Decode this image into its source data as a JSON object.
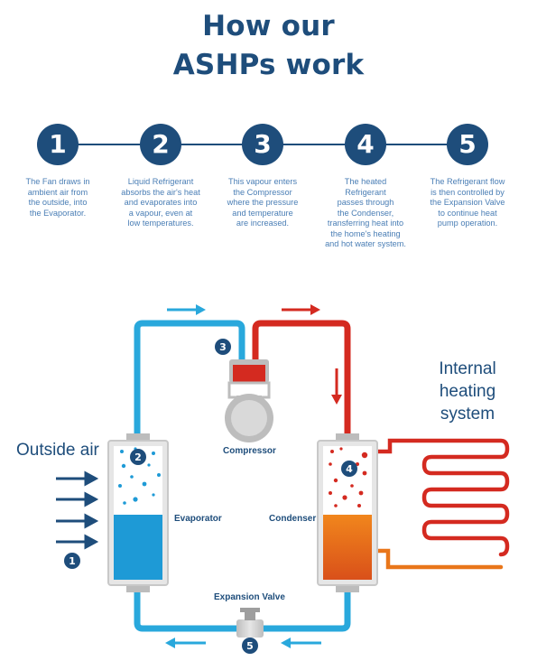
{
  "title_line1": "How our",
  "title_line2": "ASHPs work",
  "steps": [
    {
      "number": "1",
      "text": "The Fan draws in\nambient air from\nthe outside, into\nthe Evaporator."
    },
    {
      "number": "2",
      "text": "Liquid Refrigerant\nabsorbs the air's heat\nand evaporates into\na vapour, even at\nlow temperatures."
    },
    {
      "number": "3",
      "text": "This vapour enters\nthe Compressor\nwhere the pressure\nand temperature\nare increased."
    },
    {
      "number": "4",
      "text": "The heated\nRefrigerant\npasses through\nthe Condenser,\ntransferring heat into\nthe home's heating\nand hot water system."
    },
    {
      "number": "5",
      "text": "The Refrigerant flow\nis then controlled by\nthe Expansion Valve\nto continue heat\npump operation."
    }
  ],
  "diagram": {
    "outside_air": "Outside air",
    "internal_heating": "Internal\nheating\nsystem",
    "compressor": "Compressor",
    "evaporator": "Evaporator",
    "condenser": "Condenser",
    "expansion_valve": "Expansion Valve",
    "markers": [
      "1",
      "2",
      "3",
      "4",
      "5"
    ]
  },
  "colors": {
    "navy": "#1e4d7b",
    "cold_blue": "#29a8dc",
    "liquid_blue": "#1e9ad6",
    "hot_red": "#d42a20",
    "orange": "#e9761a",
    "grey": "#c8c8c8"
  }
}
